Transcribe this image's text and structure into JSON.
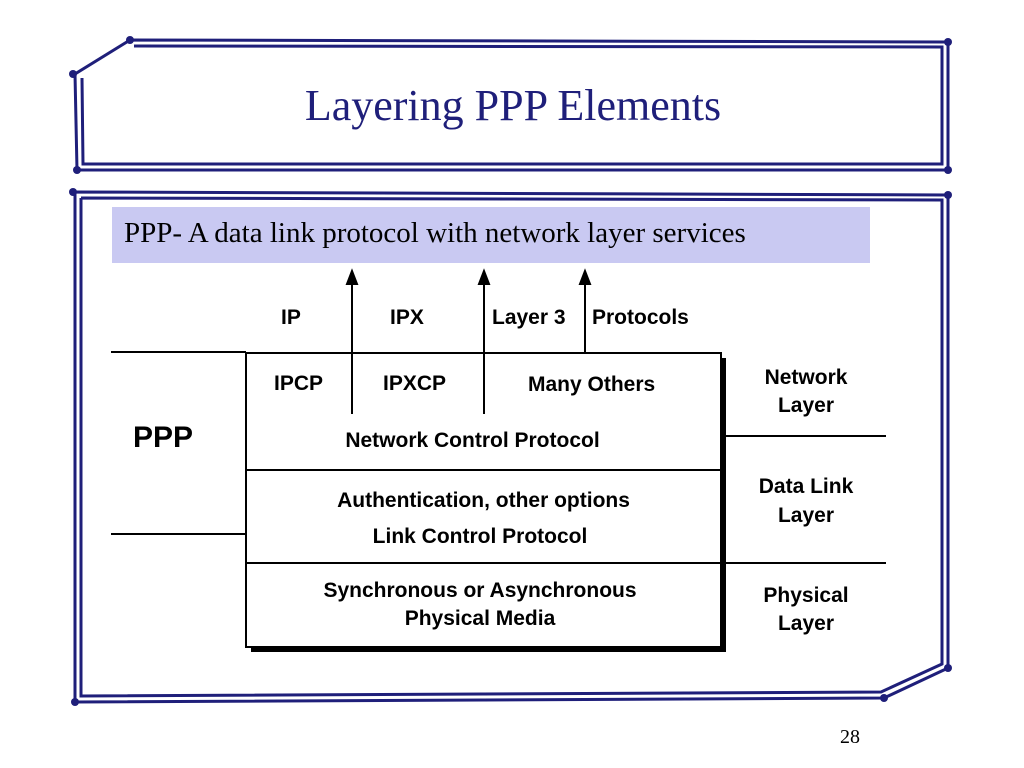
{
  "slide": {
    "title": "Layering PPP Elements",
    "subtitle": "PPP- A data link protocol with network layer services",
    "page_number": "28",
    "frame_color": "#1f1f7a",
    "highlight_color": "#c9c9f2"
  },
  "diagram": {
    "upper_protocols": [
      "IP",
      "IPX",
      "Layer 3",
      "Protocols"
    ],
    "ppp_label": "PPP",
    "ncp_items": [
      "IPCP",
      "IPXCP",
      "Many Others"
    ],
    "ncp_label": "Network Control Protocol",
    "lcp_options": "Authentication, other options",
    "lcp_label": "Link Control Protocol",
    "physical_line1": "Synchronous or Asynchronous",
    "physical_line2": "Physical Media",
    "osi_layers": [
      {
        "line1": "Network",
        "line2": "Layer"
      },
      {
        "line1": "Data Link",
        "line2": "Layer"
      },
      {
        "line1": "Physical",
        "line2": "Layer"
      }
    ]
  }
}
